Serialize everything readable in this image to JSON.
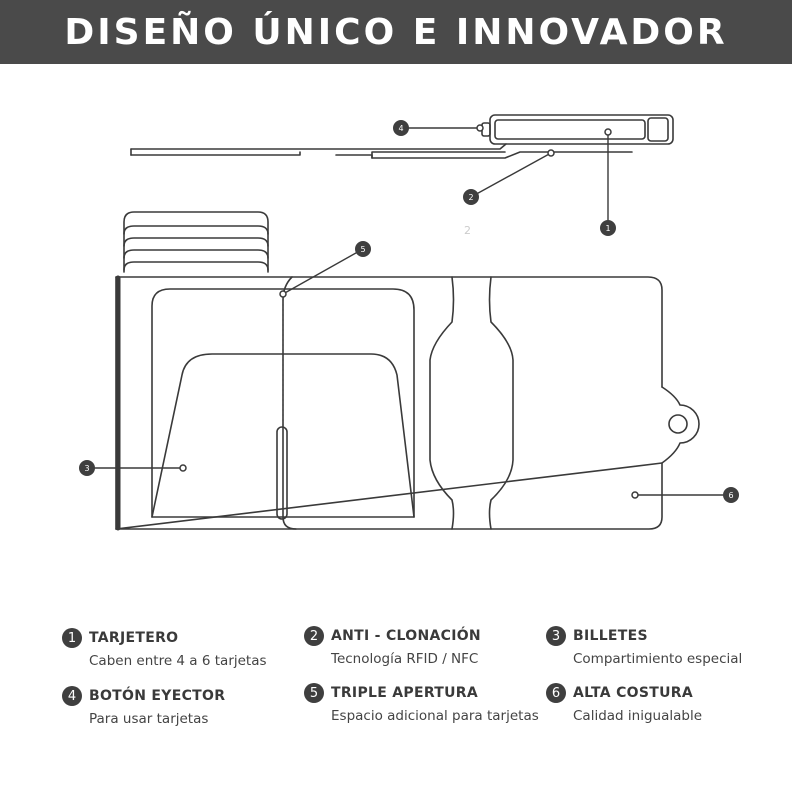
{
  "header": {
    "title": "DISEÑO ÚNICO E INNOVADOR"
  },
  "diagram": {
    "callouts": [
      "1",
      "2",
      "3",
      "4",
      "5",
      "6"
    ],
    "stray_mark": "2"
  },
  "legend": [
    {
      "number": "1",
      "title": "TARJETERO",
      "description": "Caben entre 4 a 6 tarjetas"
    },
    {
      "number": "2",
      "title": "ANTI - CLONACIÓN",
      "description": "Tecnología RFID / NFC"
    },
    {
      "number": "3",
      "title": "BILLETES",
      "description": "Compartimiento especial"
    },
    {
      "number": "4",
      "title": "BOTÓN EYECTOR",
      "description": "Para usar tarjetas"
    },
    {
      "number": "5",
      "title": "TRIPLE APERTURA",
      "description": "Espacio adicional para tarjetas"
    },
    {
      "number": "6",
      "title": "ALTA COSTURA",
      "description": "Calidad inigualable"
    }
  ],
  "colors": {
    "header_bg": "#4a4a4a",
    "line": "#3a3a3a",
    "badge": "#3f3f3f"
  }
}
